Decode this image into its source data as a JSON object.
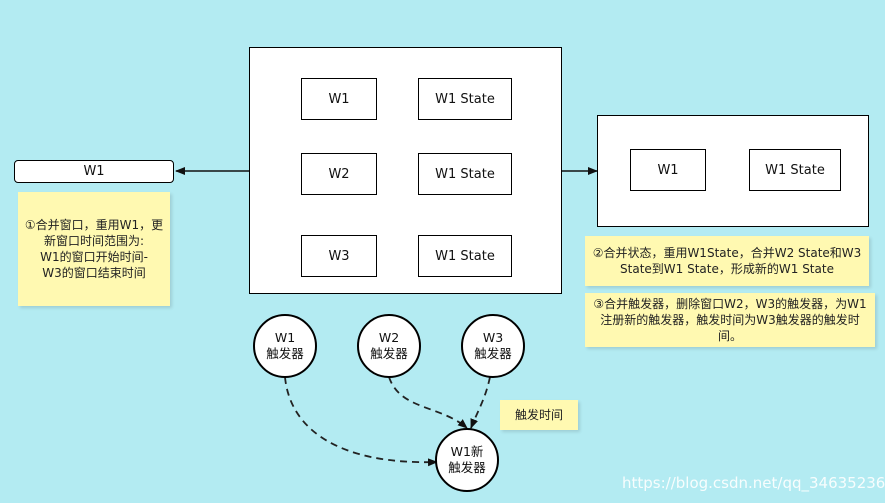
{
  "left_window": {
    "label": "W1"
  },
  "center_panel": {
    "rows": [
      {
        "window": "W1",
        "state": "W1 State"
      },
      {
        "window": "W2",
        "state": "W1 State"
      },
      {
        "window": "W3",
        "state": "W1 State"
      }
    ]
  },
  "right_panel": {
    "window": "W1",
    "state": "W1 State"
  },
  "notes": {
    "merge_window": "①合并窗口，重用W1，更新窗口时间范围为:\nW1的窗口开始时间-\nW3的窗口结束时间",
    "merge_state": "②合并状态，重用W1State，合并W2 State和W3 State到W1 State，形成新的W1 State",
    "merge_trigger": "③合并触发器，删除窗口W2，W3的触发器，为W1注册新的触发器，触发时间为W3触发器的触发时间。",
    "trigger_time": "触发时间"
  },
  "triggers": [
    {
      "name": "W1",
      "sub": "触发器"
    },
    {
      "name": "W2",
      "sub": "触发器"
    },
    {
      "name": "W3",
      "sub": "触发器"
    }
  ],
  "new_trigger": {
    "name": "W1新",
    "sub": "触发器"
  },
  "watermark": "https://blog.csdn.net/qq_34635236"
}
